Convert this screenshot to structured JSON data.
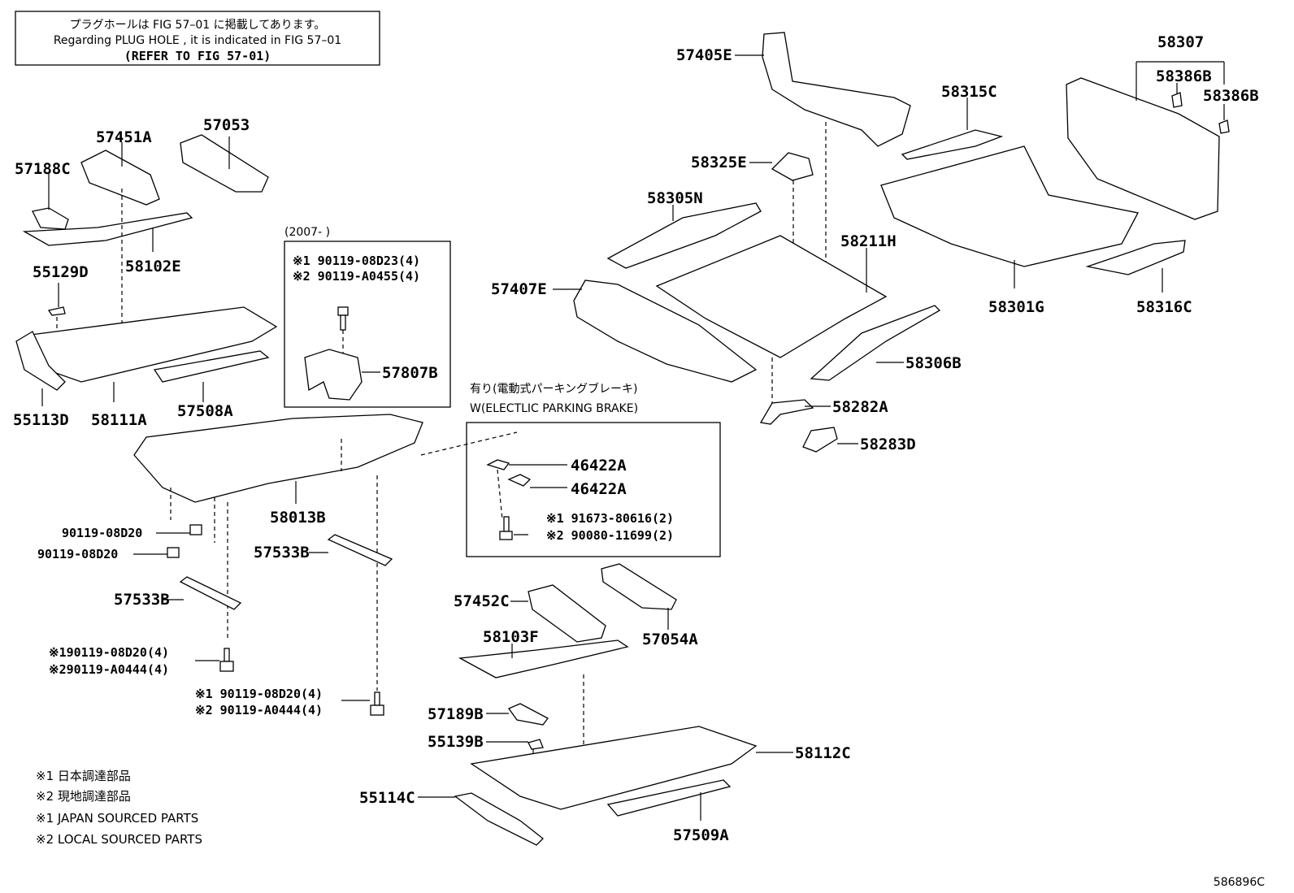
{
  "header_note": {
    "line_jp": "プラグホールは FIG  57–01 に掲載してあります。",
    "line_en": "Regarding  PLUG  HOLE , it is indicated in FIG  57–01",
    "line_ref": "(REFER TO FIG 57-01)"
  },
  "boxes": {
    "year_box": {
      "title": "(2007-       )",
      "line1": "※1  90119-08D23(4)",
      "line2": "※2  90119-A0455(4)"
    },
    "epb_box": {
      "title_jp": "有り(電動式パーキングブレーキ)",
      "title_en": "W(ELECTLIC PARKING BRAKE)",
      "line1": "※1 91673-80616(2)",
      "line2": "※2 90080-11699(2)"
    }
  },
  "part_labels": {
    "p57405E": "57405E",
    "p58307": "58307",
    "p58386B_a": "58386B",
    "p58386B_b": "58386B",
    "p58315C": "58315C",
    "p58325E": "58325E",
    "p58305N": "58305N",
    "p58211H": "58211H",
    "p57407E": "57407E",
    "p58301G": "58301G",
    "p58316C": "58316C",
    "p58306B": "58306B",
    "p58282A": "58282A",
    "p58283D": "58283D",
    "p57451A": "57451A",
    "p57053": "57053",
    "p57188C": "57188C",
    "p58102E": "58102E",
    "p55129D": "55129D",
    "p55113D": "55113D",
    "p58111A": "58111A",
    "p57508A": "57508A",
    "p57807B": "57807B",
    "p58013B": "58013B",
    "p90119_08D20_a": "90119-08D20",
    "p90119_08D20_b": "90119-08D20",
    "p57533B_a": "57533B",
    "p57533B_b": "57533B",
    "p46422A_a": "46422A",
    "p46422A_b": "46422A",
    "p57452C": "57452C",
    "p57054A": "57054A",
    "p58103F": "58103F",
    "p57189B": "57189B",
    "p55139B": "55139B",
    "p58112C": "58112C",
    "p55114C": "55114C",
    "p57509A": "57509A"
  },
  "fastener_pairs": {
    "left_pair": {
      "line1": "※190119-08D20(4)",
      "line2": "※290119-A0444(4)"
    },
    "mid_pair": {
      "line1": "※1 90119-08D20(4)",
      "line2": "※2 90119-A0444(4)"
    }
  },
  "legend": {
    "jp1": "※1 日本調達部品",
    "jp2": "※2 現地調達部品",
    "en1": "※1 JAPAN SOURCED PARTS",
    "en2": "※2 LOCAL SOURCED PARTS"
  },
  "figure_id": "586896C"
}
